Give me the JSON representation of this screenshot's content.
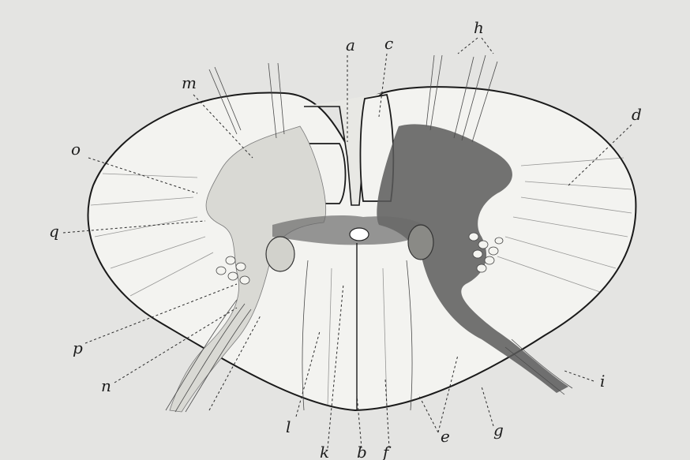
{
  "figure": {
    "labels": {
      "a": "a",
      "b": "b",
      "c": "c",
      "d": "d",
      "e": "e",
      "f": "f",
      "g": "g",
      "h": "h",
      "i": "i",
      "k": "k",
      "l": "l",
      "m": "m",
      "n": "n",
      "o": "o",
      "p": "p",
      "q": "q"
    },
    "colors": {
      "background": "#e4e4e2",
      "white_matter": "#f3f3f0",
      "gray_matter": "#5b5b5b",
      "outline": "#1a1a1a"
    }
  }
}
